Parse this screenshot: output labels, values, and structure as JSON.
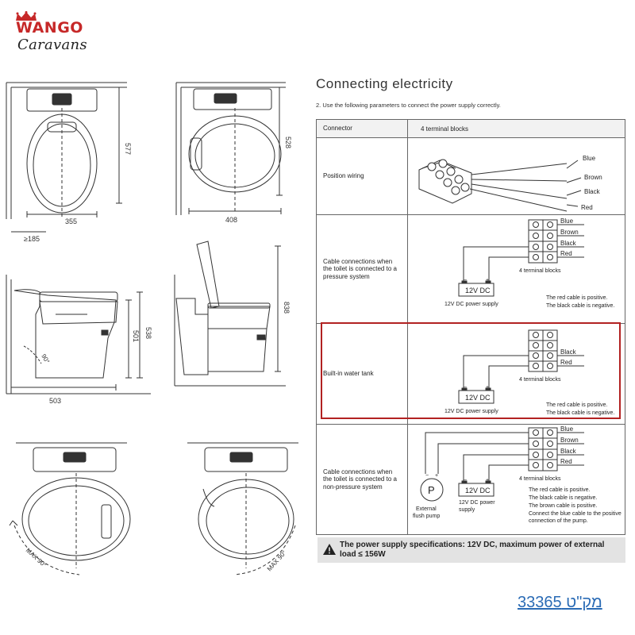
{
  "logo": {
    "brand_line1": "WANGO",
    "brand_line2": "Caravans",
    "icon": "crown-icon"
  },
  "drawings": {
    "top_view_dims": [
      "577",
      "355",
      "≥185"
    ],
    "top_view_rotated_dims": [
      "528",
      "408"
    ],
    "side_view_dims": [
      "501",
      "538",
      "503",
      "90°"
    ],
    "side_view_open_dims": [
      "838"
    ],
    "swivel_left_dims": [
      "MAX 90°"
    ],
    "swivel_right_dims": [
      "MAX 90°"
    ]
  },
  "electricity": {
    "title": "Connecting electricity",
    "instruction": "2. Use the following parameters to connect the power supply correctly.",
    "header": {
      "col1": "Connector",
      "col2": "4 terminal blocks"
    },
    "rows": [
      {
        "label": "Position wiring",
        "wires": [
          "Blue",
          "Brown",
          "Black",
          "Red"
        ]
      },
      {
        "label": "Cable connections when the toilet is connected to a pressure system",
        "wires": [
          "Blue",
          "Brown",
          "Black",
          "Red"
        ],
        "block_label": "4 terminal blocks",
        "supply_label": "12V DC",
        "supply_caption": "12V DC power supply",
        "notes": [
          "The red cable is positive.",
          "The black cable is negative."
        ]
      },
      {
        "label": "Built-in water tank",
        "wires": [
          "Black",
          "Red"
        ],
        "block_label": "4 terminal blocks",
        "supply_label": "12V DC",
        "supply_caption": "12V DC power supply",
        "notes": [
          "The red cable is positive.",
          "The black cable is negative."
        ]
      },
      {
        "label": "Cable connections when the toilet is connected to a non-pressure system",
        "wires": [
          "Blue",
          "Brown",
          "Black",
          "Red"
        ],
        "block_label": "4 terminal blocks",
        "pump_symbol": "P",
        "pump_caption": [
          "External",
          "flush pump"
        ],
        "supply_label": "12V DC",
        "supply_caption": [
          "12V DC power",
          "supply"
        ],
        "notes": [
          "The red cable is positive.",
          "The black cable is negative.",
          "The brown cable is positive.",
          "Connect the blue cable to the positive",
          "connection of the pump."
        ]
      }
    ],
    "warning": {
      "icon": "warning-triangle-icon",
      "text": "The power supply specifications: 12V DC, maximum power of external load ≤ 156W"
    }
  },
  "sku": {
    "text": "מק\"ט 33365"
  },
  "colors": {
    "accent_red": "#b22222",
    "logo_red": "#c62828",
    "link_blue": "#2a6bb5"
  }
}
